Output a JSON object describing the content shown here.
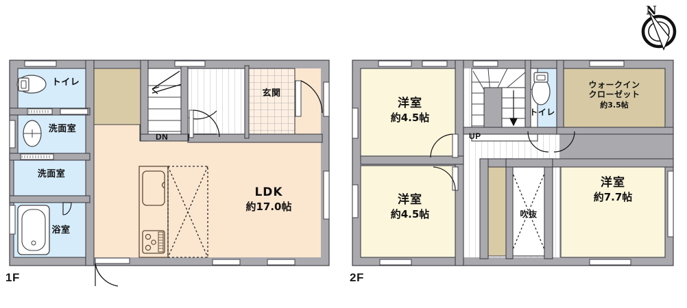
{
  "document": {
    "type": "floor-plan",
    "floors": [
      {
        "id": "1F",
        "label": "1F",
        "rooms": [
          {
            "name": "トイレ",
            "area": null
          },
          {
            "name": "洗面室",
            "area": null
          },
          {
            "name": "洗面室",
            "area": null
          },
          {
            "name": "浴室",
            "area": null
          },
          {
            "name": "玄関",
            "area": null
          },
          {
            "name": "LDK",
            "area": "約17.0帖"
          }
        ],
        "markers": [
          {
            "name": "DN",
            "label": "DN"
          }
        ]
      },
      {
        "id": "2F",
        "label": "2F",
        "rooms": [
          {
            "name": "洋室",
            "area": "約4.5帖"
          },
          {
            "name": "洋室",
            "area": "約4.5帖"
          },
          {
            "name": "洋室",
            "area": "約7.7帖"
          },
          {
            "name": "トイレ",
            "area": null
          },
          {
            "name": "ウォークイン\nクローゼット",
            "area": "約3.5帖"
          },
          {
            "name": "吹抜",
            "area": null
          }
        ],
        "markers": [
          {
            "name": "UP",
            "label": "UP"
          }
        ]
      }
    ],
    "compass": {
      "north_label": "N"
    },
    "colors": {
      "wall": "#a9a9ae",
      "wall_line": "#4a4a50",
      "ldk_floor": "#fbe6d0",
      "hall_floor": "#d9cba6",
      "water_room": "#d6ecfa",
      "tatami_room": "#fbf6dc",
      "closet_floor": "#d6c9a4",
      "void_floor": "#ffffff",
      "entry_tile": "#fdeedd",
      "text": "#111111"
    }
  },
  "labels": {
    "f1_toilet": "トイレ",
    "f1_washroom_upper": "洗面室",
    "f1_washroom_lower": "洗面室",
    "f1_bath": "浴室",
    "f1_entry": "玄関",
    "f1_ldk_name": "LDK",
    "f1_ldk_area": "約17.0帖",
    "f1_dn": "DN",
    "f1_floor": "1F",
    "f2_room_tl_name": "洋室",
    "f2_room_tl_area": "約4.5帖",
    "f2_room_bl_name": "洋室",
    "f2_room_bl_area": "約4.5帖",
    "f2_room_r_name": "洋室",
    "f2_room_r_area": "約7.7帖",
    "f2_toilet": "トイレ",
    "f2_wic_line1": "ウォークイン",
    "f2_wic_line2": "クローゼット",
    "f2_wic_area": "約3.5帖",
    "f2_void": "吹抜",
    "f2_up": "UP",
    "f2_floor": "2F",
    "compass_n": "N"
  }
}
